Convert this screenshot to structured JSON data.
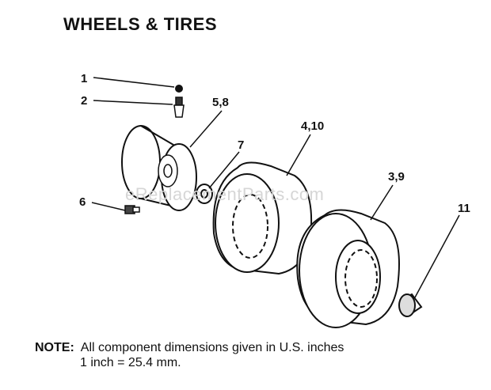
{
  "title": "WHEELS & TIRES",
  "callouts": {
    "c1": "1",
    "c2": "2",
    "c58": "5,8",
    "c6": "6",
    "c7": "7",
    "c410": "4,10",
    "c39": "3,9",
    "c11": "11"
  },
  "watermark": "eReplacementParts.com",
  "note": {
    "label": "NOTE:",
    "line1": "All component dimensions given in U.S. inches",
    "line2": "1 inch = 25.4 mm."
  }
}
